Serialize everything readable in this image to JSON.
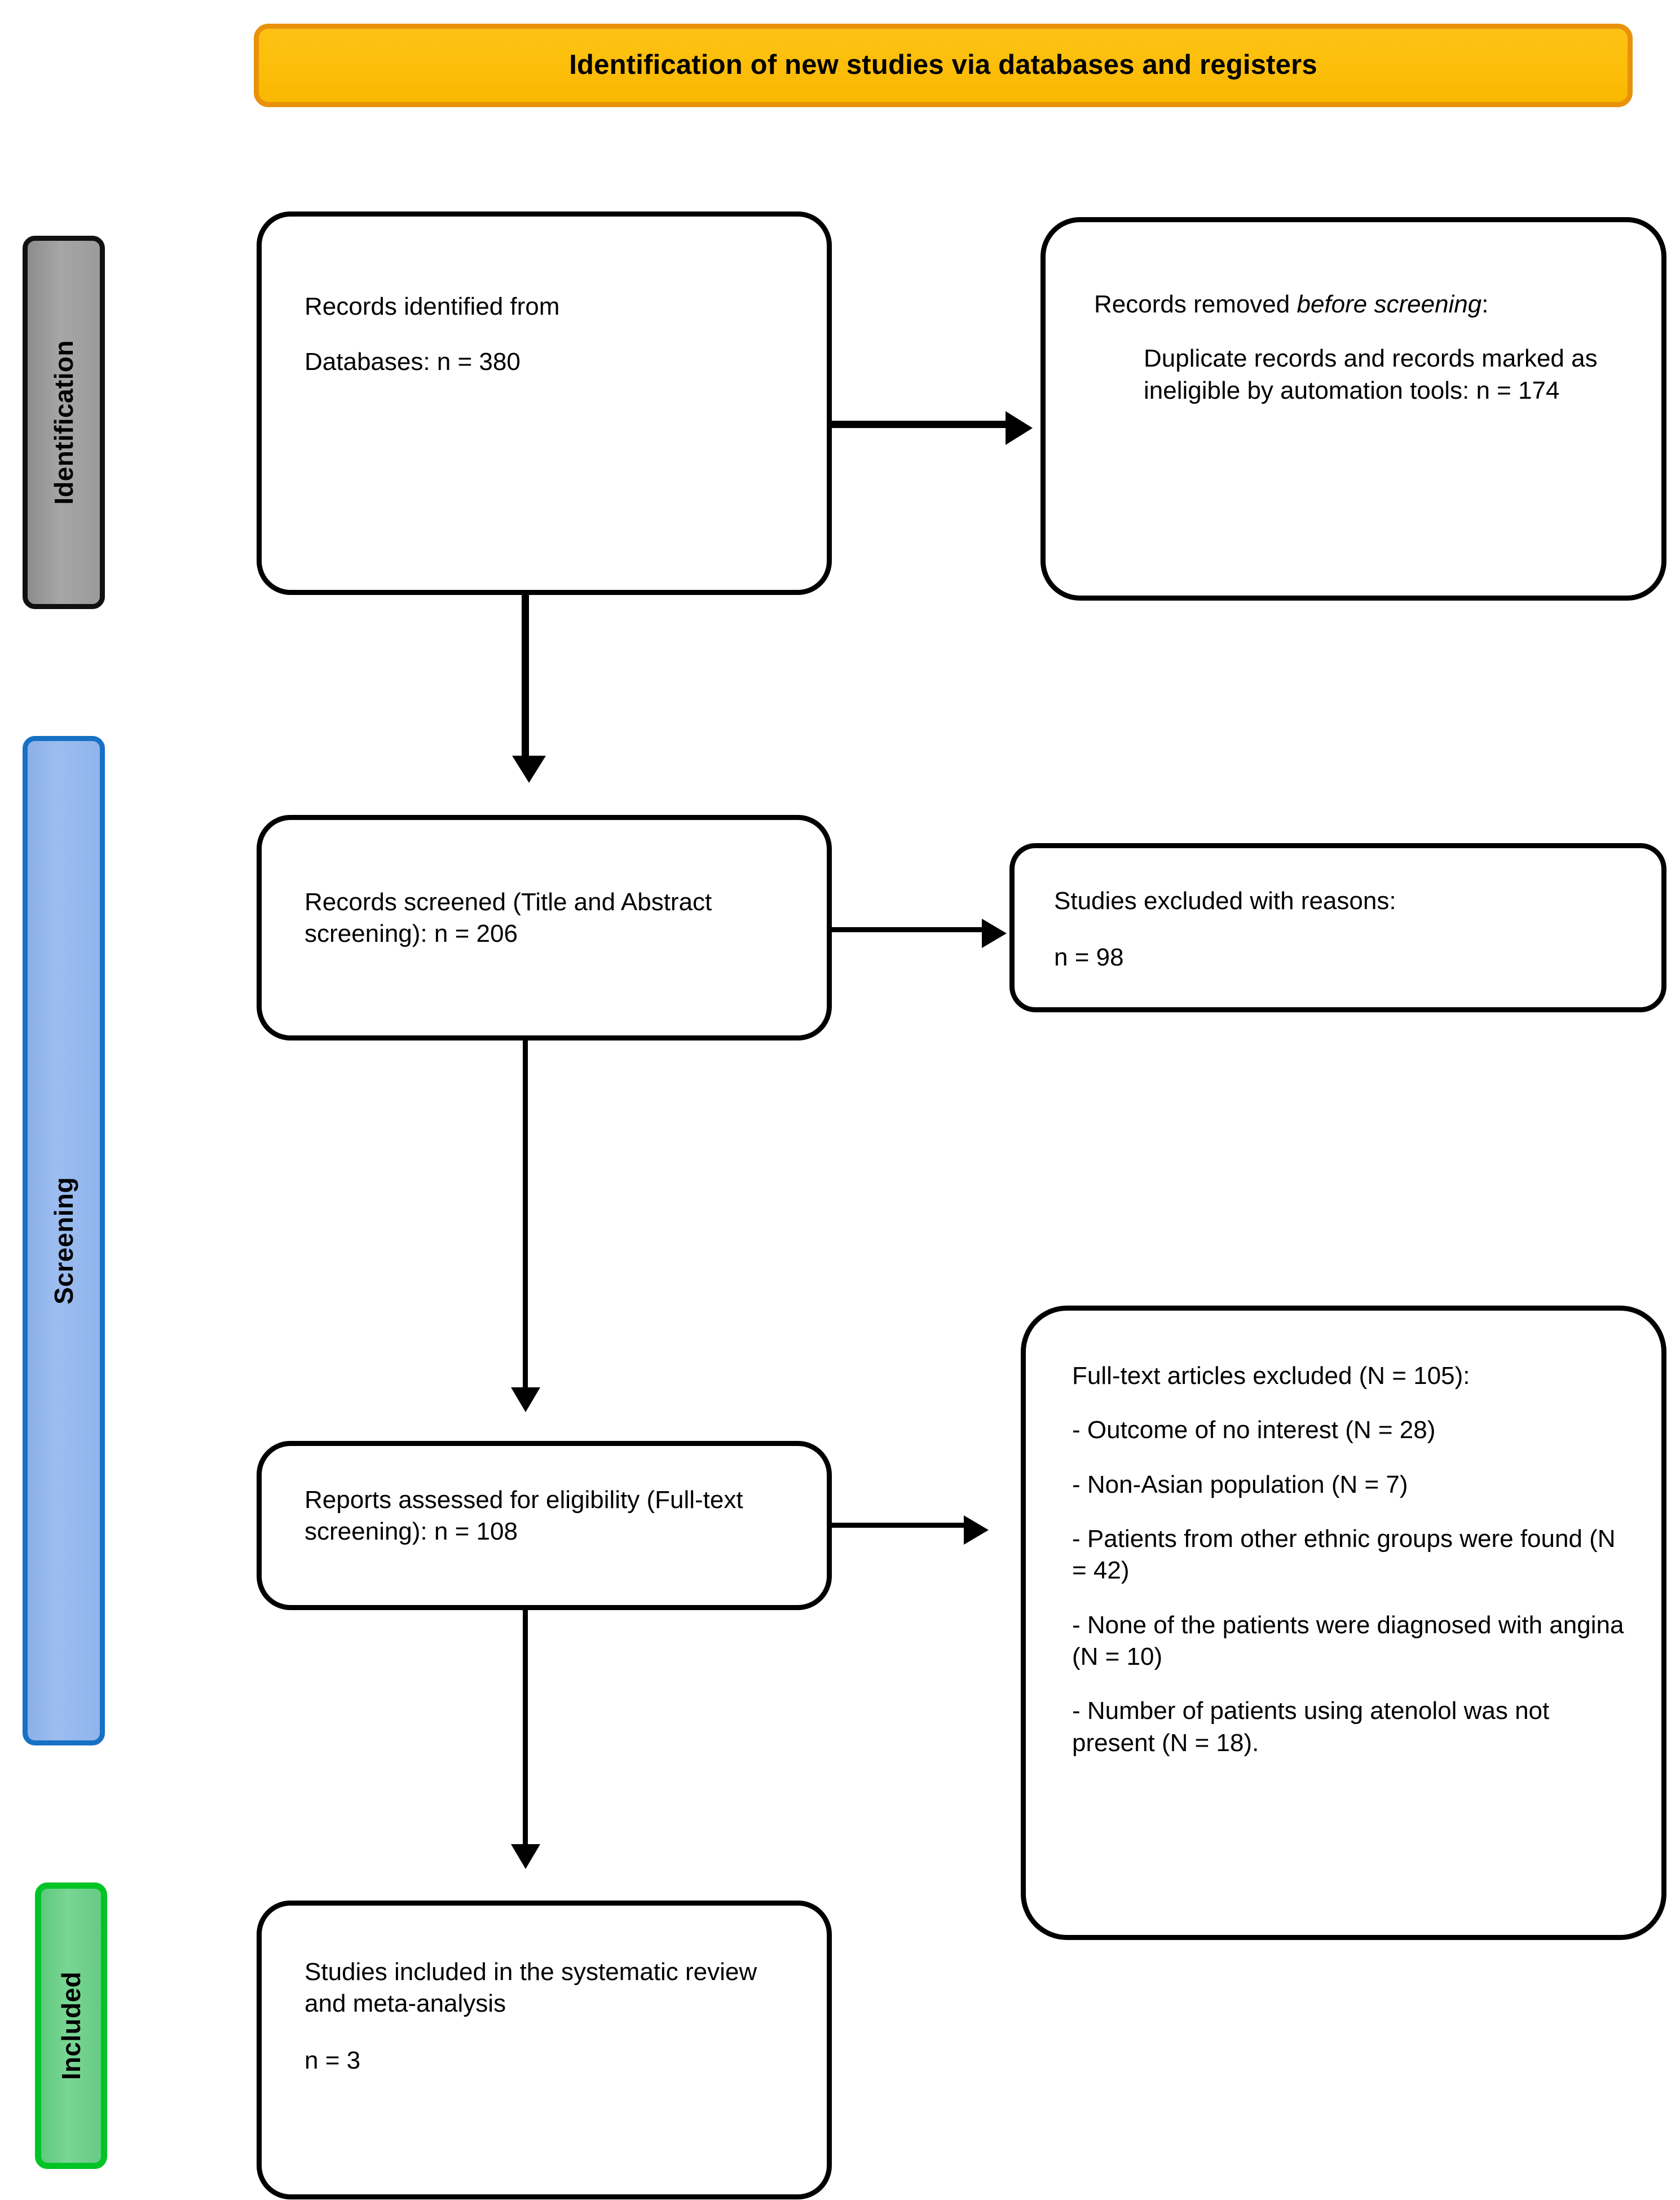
{
  "banner": {
    "title": "Identification of new studies via databases and registers",
    "fill_color": "#FCBE0A",
    "border_color": "#E8920B"
  },
  "stages": [
    {
      "id": "identification",
      "label": "Identification",
      "fill_color": "#A0A0A0",
      "border_color": "#111111"
    },
    {
      "id": "screening",
      "label": "Screening",
      "fill_color": "#93B6EE",
      "border_color": "#1771C4"
    },
    {
      "id": "included",
      "label": "Included",
      "fill_color": "#6FD08C",
      "border_color": "#00C425"
    }
  ],
  "boxes": {
    "identified": {
      "line1": "Records identified from",
      "line2": "Databases: n = 380"
    },
    "removed": {
      "line1_a": "Records removed ",
      "line1_italic": "before screening",
      "line1_b": ":",
      "line2": "Duplicate records and records marked as ineligible by automation tools: n = 174"
    },
    "screened": {
      "line1": "Records screened (Title and Abstract screening): n = 206"
    },
    "excluded": {
      "line1": "Studies excluded with reasons:",
      "line2": "n = 98"
    },
    "assessed": {
      "line1": "Reports assessed for eligibility (Full-text screening): n = 108"
    },
    "fulltext_excluded": {
      "heading": "Full-text articles excluded (N = 105):",
      "reasons": [
        "- Outcome of no interest (N = 28)",
        "- Non-Asian population (N = 7)",
        "- Patients from other ethnic groups were found (N = 42)",
        "- None of the patients were diagnosed with angina (N = 10)",
        "- Number of patients using atenolol was not present (N = 18)."
      ]
    },
    "included": {
      "line1": "Studies included in the systematic review and meta-analysis",
      "line2": "n = 3"
    }
  },
  "chart_data": {
    "type": "diagram",
    "title": "Identification of new studies via databases and registers",
    "nodes": [
      {
        "id": "identified",
        "stage": "Identification",
        "label": "Records identified from Databases",
        "n": 380
      },
      {
        "id": "removed",
        "stage": "Identification",
        "label": "Records removed before screening: Duplicate records and records marked as ineligible by automation tools",
        "n": 174
      },
      {
        "id": "screened",
        "stage": "Screening",
        "label": "Records screened (Title and Abstract screening)",
        "n": 206
      },
      {
        "id": "excluded",
        "stage": "Screening",
        "label": "Studies excluded with reasons",
        "n": 98
      },
      {
        "id": "assessed",
        "stage": "Screening",
        "label": "Reports assessed for eligibility (Full-text screening)",
        "n": 108
      },
      {
        "id": "fulltext_excluded",
        "stage": "Screening",
        "label": "Full-text articles excluded",
        "n": 105
      },
      {
        "id": "included",
        "stage": "Included",
        "label": "Studies included in the systematic review and meta-analysis",
        "n": 3
      }
    ],
    "exclusion_breakdown": [
      {
        "reason": "Outcome of no interest",
        "n": 28
      },
      {
        "reason": "Non-Asian population",
        "n": 7
      },
      {
        "reason": "Patients from other ethnic groups were found",
        "n": 42
      },
      {
        "reason": "None of the patients were diagnosed with angina",
        "n": 10
      },
      {
        "reason": "Number of patients using atenolol was not present",
        "n": 18
      }
    ],
    "edges": [
      {
        "from": "identified",
        "to": "removed"
      },
      {
        "from": "identified",
        "to": "screened"
      },
      {
        "from": "screened",
        "to": "excluded"
      },
      {
        "from": "screened",
        "to": "assessed"
      },
      {
        "from": "assessed",
        "to": "fulltext_excluded"
      },
      {
        "from": "assessed",
        "to": "included"
      }
    ]
  }
}
